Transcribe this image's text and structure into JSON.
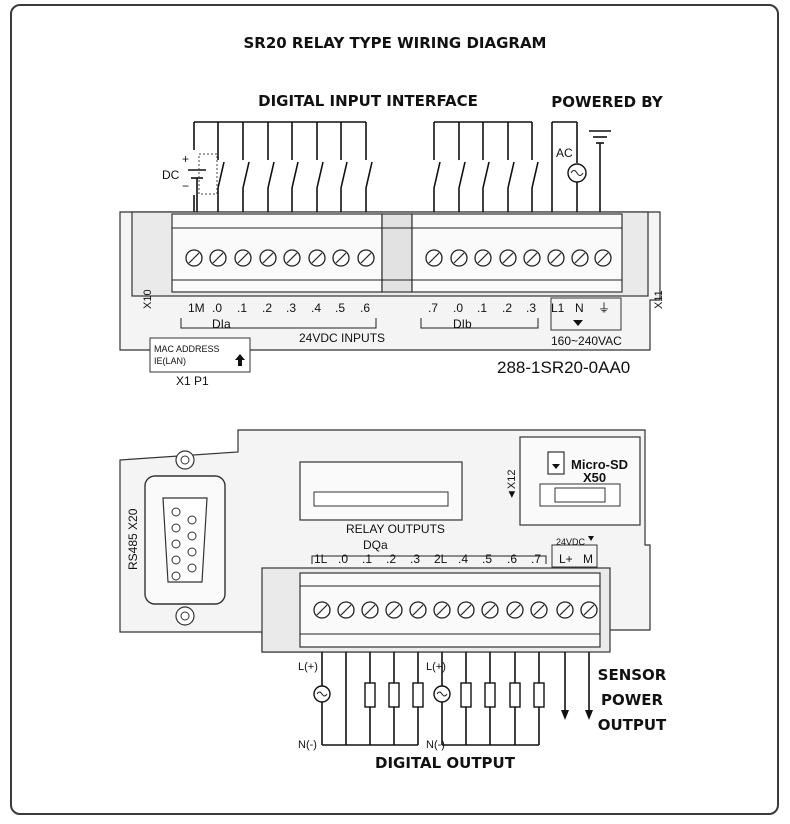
{
  "title": "SR20 RELAY TYPE WIRING DIAGRAM",
  "top": {
    "digital_input_interface": "DIGITAL INPUT INTERFACE",
    "powered_by": "POWERED BY",
    "dc_label": "DC",
    "dc_plus": "+",
    "dc_minus": "−",
    "ac_label": "AC",
    "x10": "X10",
    "x11": "X11",
    "input_terminals": [
      "1M",
      ".0",
      ".1",
      ".2",
      ".3",
      ".4",
      ".5",
      ".6",
      ".7",
      ".0",
      ".1",
      ".2",
      ".3"
    ],
    "group_dia": "DIa",
    "group_dib": "DIb",
    "inputs_label": "24VDC INPUTS",
    "power_terminals": [
      "L1",
      "N",
      "⏚"
    ],
    "voltage": "160~240VAC",
    "mac_label": "MAC ADDRESS\nIE(LAN)",
    "mac_line1": "MAC ADDRESS",
    "mac_line2": "IE(LAN)",
    "port_label": "X1  P1",
    "model": "288-1SR20-0AA0"
  },
  "bottom": {
    "rs485": "RS485 X20",
    "x12": "◄X12",
    "microsd_line1": "Micro-SD",
    "microsd_line2": "X50",
    "relay_outputs": "RELAY OUTPUTS",
    "dqa": "DQa",
    "output_terminals": [
      "1L",
      ".0",
      ".1",
      ".2",
      ".3",
      "2L",
      ".4",
      ".5",
      ".6",
      ".7"
    ],
    "sensor_supply": "24VDC",
    "sensor_terminals": [
      "L+",
      "M"
    ],
    "l_plus_1": "L(+)",
    "n_minus_1": "N(-)",
    "l_plus_2": "L(+)",
    "n_minus_2": "N(-)",
    "sensor_power_output": [
      "SENSOR",
      "POWER",
      "OUTPUT"
    ],
    "digital_output": "DIGITAL OUTPUT"
  },
  "colors": {
    "line": "#111111",
    "panel": "#f4f4f4",
    "frame": "#3a3a3a"
  }
}
